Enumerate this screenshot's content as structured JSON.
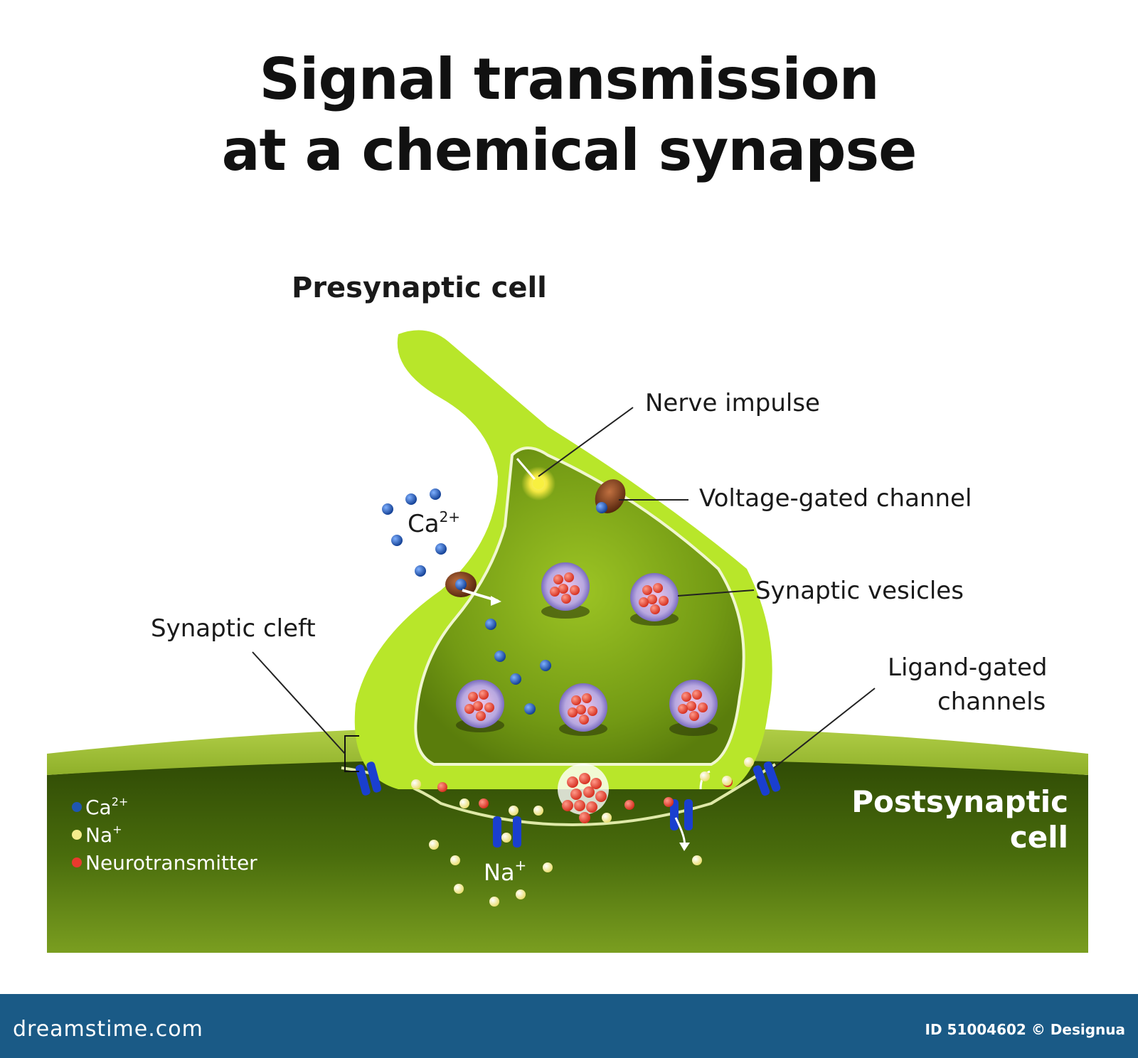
{
  "title": {
    "line1": "Signal transmission",
    "line2": "at a chemical synapse"
  },
  "labels": {
    "presynaptic_cell": "Presynaptic cell",
    "nerve_impulse": "Nerve impulse",
    "voltage_gated_channel": "Voltage-gated channel",
    "synaptic_vesicles": "Synaptic vesicles",
    "synaptic_cleft": "Synaptic cleft",
    "ligand_gated_line1": "Ligand-gated",
    "ligand_gated_line2": "channels",
    "postsynaptic_line1": "Postsynaptic",
    "postsynaptic_line2": "cell",
    "calcium_ion": "Ca",
    "calcium_charge": "2+",
    "sodium_ion": "Na",
    "sodium_charge": "+"
  },
  "legend": {
    "items": [
      {
        "label": "Ca",
        "sup": "2+",
        "color": "#1f56b0"
      },
      {
        "label": "Na",
        "sup": "+",
        "color": "#f4eb8c"
      },
      {
        "label": "Neurotransmitter",
        "sup": "",
        "color": "#e83a2e"
      }
    ]
  },
  "colors": {
    "presynaptic_outer": "#b8e62a",
    "presynaptic_inner": "#7fa61a",
    "postsynaptic_top": "#a6c63c",
    "postsynaptic_body": "#4a6b0c",
    "channel_blue": "#1a3fcf",
    "voltage_channel_brown": "#6b3214",
    "footer": "#1a5a86"
  },
  "footer": {
    "brand": "dreamstime.com",
    "credit": "ID 51004602 © Designua"
  }
}
